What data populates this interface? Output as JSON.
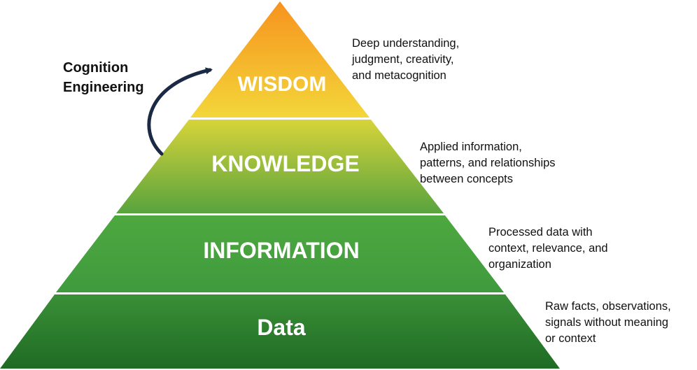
{
  "levels": {
    "wisdom": "WISDOM",
    "knowledge": "KNOWLEDGE",
    "information": "INFORMATION",
    "data": "Data"
  },
  "descriptions": {
    "wisdom": [
      "Deep understanding,",
      "judgment, creativity,",
      "and metacognition"
    ],
    "knowledge": [
      "Applied information,",
      "patterns, and relationships",
      "between concepts"
    ],
    "information": [
      "Processed data with",
      "context, relevance, and",
      "organization"
    ],
    "data": [
      "Raw facts, observations,",
      "signals without meaning",
      "or context"
    ]
  },
  "annotation": {
    "line1": "Cognition",
    "line2": "Engineering"
  },
  "colors": {
    "apex": "#f7931e",
    "wisdom_bottom": "#f3d63a",
    "knowledge_top": "#d7d43a",
    "knowledge_bottom": "#58a33e",
    "information": "#3f9a3e",
    "data": "#1f6b24",
    "arrow": "#1b2a44"
  }
}
